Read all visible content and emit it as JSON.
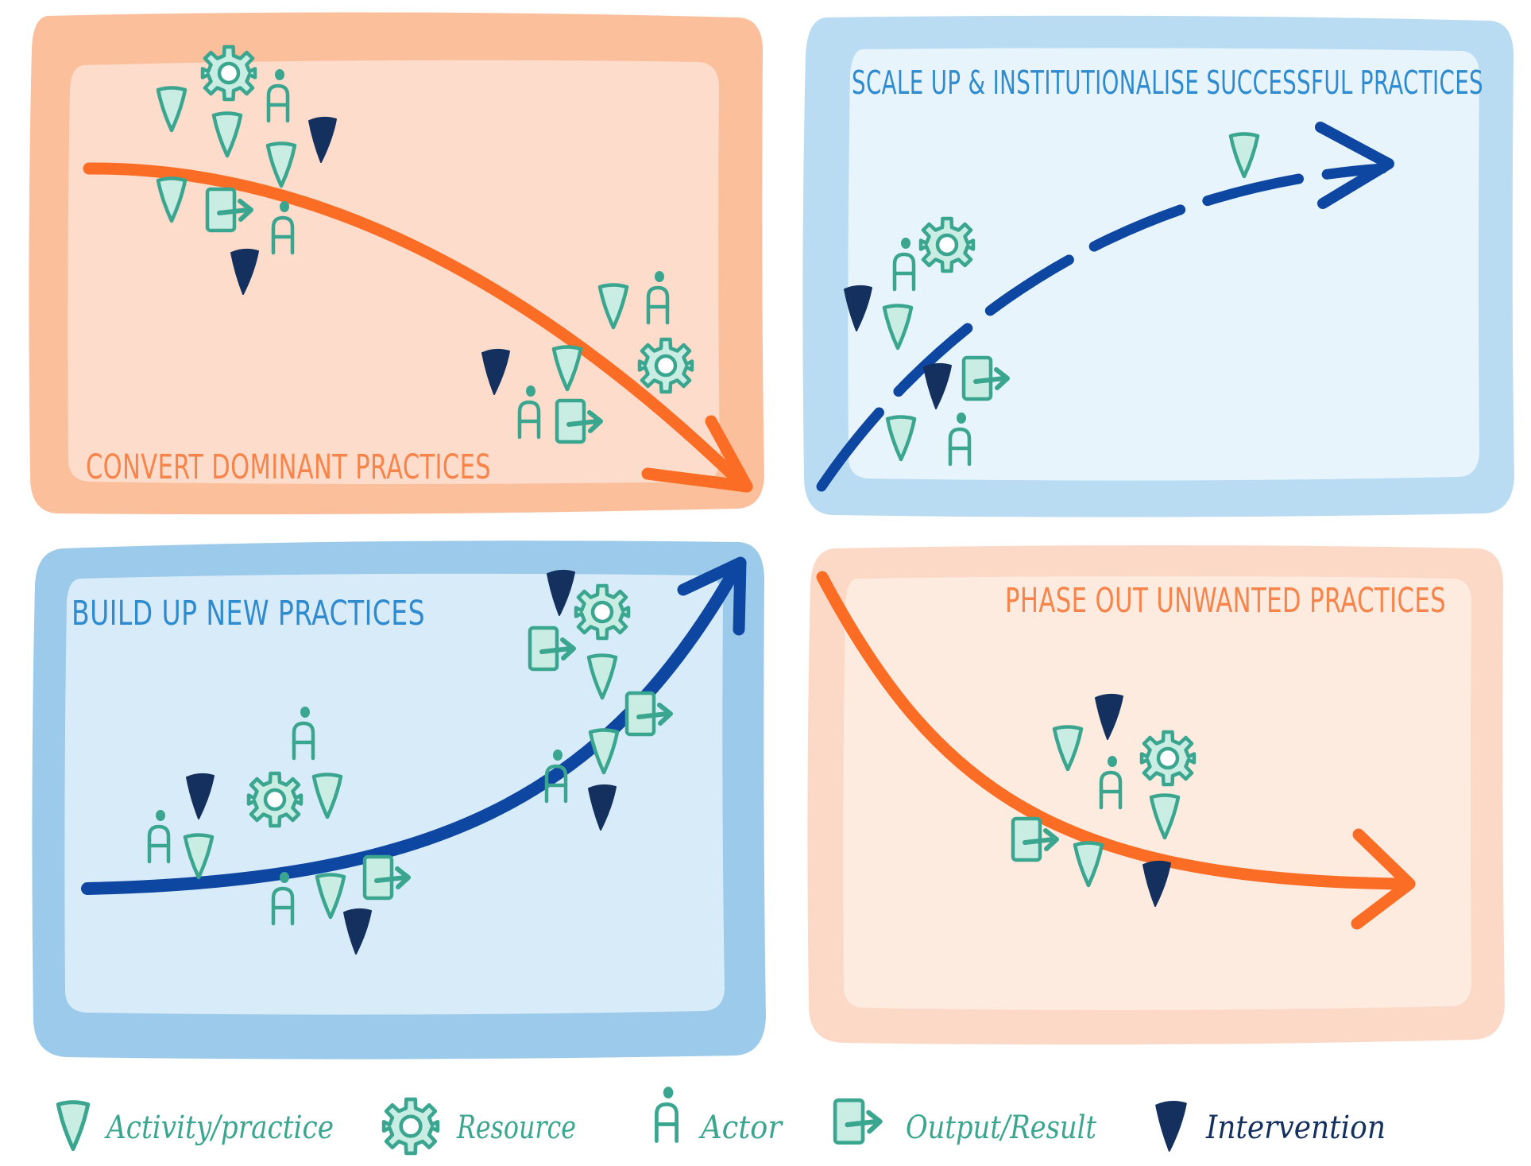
{
  "quadrants": {
    "top_left": {
      "title": "CONVERT DOMINANT PRACTICES",
      "trend": "declining"
    },
    "top_right": {
      "title": "SCALE UP & INSTITUTIONALISE SUCCESSFUL PRACTICES",
      "trend": "rising-dashed"
    },
    "bottom_left": {
      "title": "BUILD UP NEW PRACTICES",
      "trend": "rising"
    },
    "bottom_right": {
      "title": "PHASE OUT UNWANTED PRACTICES",
      "trend": "declining"
    }
  },
  "legend": [
    {
      "icon": "activity-icon",
      "label": "Activity/practice"
    },
    {
      "icon": "resource-gear-icon",
      "label": "Resource"
    },
    {
      "icon": "actor-icon",
      "label": "Actor"
    },
    {
      "icon": "output-icon",
      "label": "Output/Result"
    },
    {
      "icon": "intervention-icon",
      "label": "Intervention"
    }
  ],
  "colors": {
    "orange_frame": "#fbbf9c",
    "orange_fill": "#fddccb",
    "orange_light_frame": "#fcd9c6",
    "orange_light_fill": "#feebe0",
    "blue_frame": "#9ccaea",
    "blue_fill": "#d8ebf9",
    "blue_light_frame": "#b9dcf3",
    "blue_light_fill": "#e8f4fc",
    "orange_arrow": "#fb6c24",
    "blue_arrow": "#0d47a1",
    "teal_icon": "#3aa68f",
    "teal_fill": "#c9ece3",
    "navy_icon": "#13305e",
    "orange_title": "#f7844a",
    "blue_title": "#2e8bd0"
  }
}
